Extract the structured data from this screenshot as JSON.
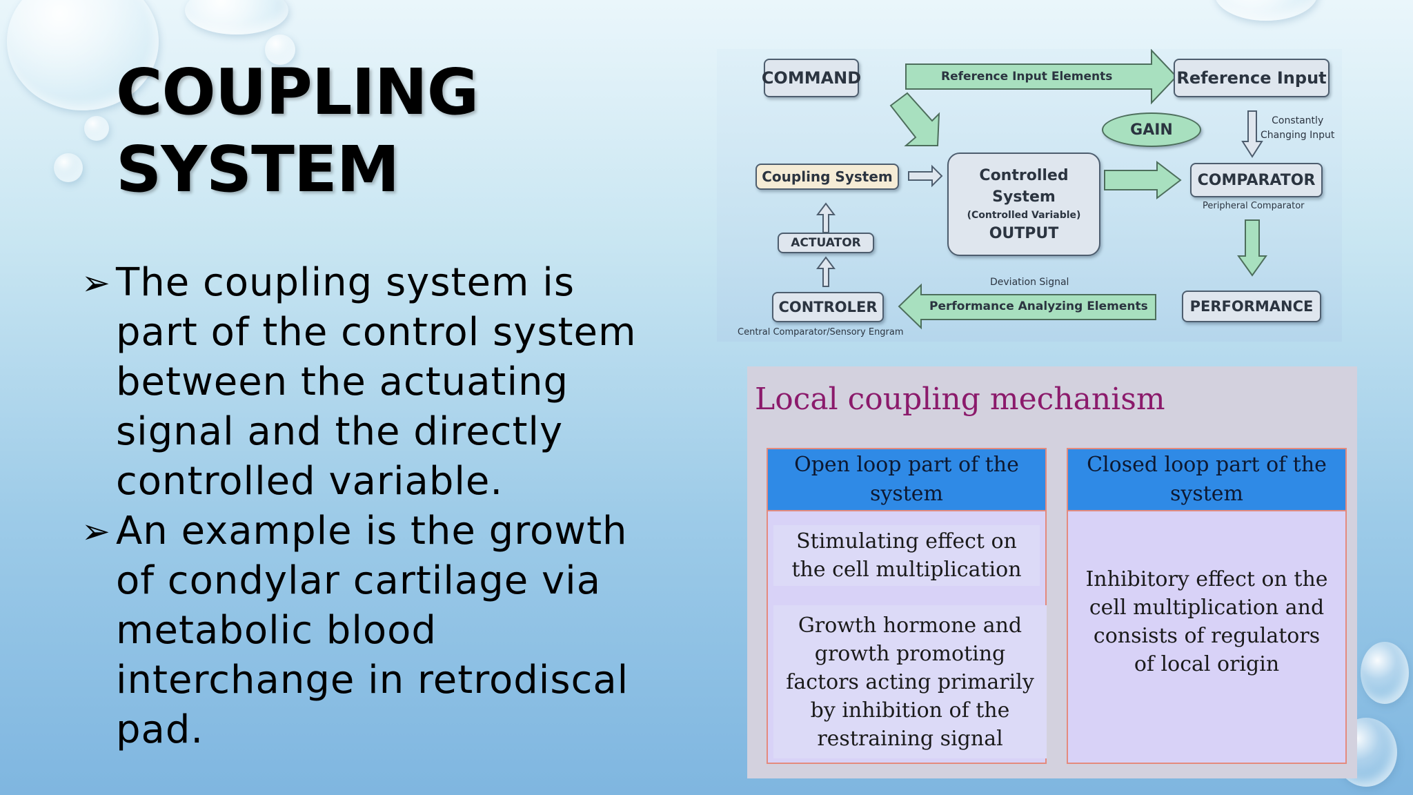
{
  "slide": {
    "title_line1": "COUPLING",
    "title_line2": "SYSTEM",
    "bullet_marker": "➢",
    "bullets": [
      "The coupling system is part of the control system between the actuating signal and the directly controlled variable.",
      "An example is the growth of condylar cartilage via metabolic blood interchange in retrodiscal pad."
    ]
  },
  "diagram": {
    "command": "COMMAND",
    "reference_input_elements": "Reference Input Elements",
    "reference_input": "Reference Input",
    "gain": "GAIN",
    "constantly_changing_input_1": "Constantly",
    "constantly_changing_input_2": "Changing Input",
    "coupling_system": "Coupling System",
    "controlled_1": "Controlled",
    "controlled_2": "System",
    "controlled_3": "(Controlled Variable)",
    "controlled_4": "OUTPUT",
    "comparator": "COMPARATOR",
    "peripheral_comparator": "Peripheral Comparator",
    "actuator": "ACTUATOR",
    "deviation_signal": "Deviation Signal",
    "controler": "CONTROLER",
    "performance_analyzing_elements": "Performance Analyzing Elements",
    "performance": "PERFORMANCE",
    "central_comparator": "Central Comparator/Sensory Engram"
  },
  "coupling_table": {
    "heading": "Local coupling mechanism",
    "open_loop_header": "Open loop part of the system",
    "closed_loop_header": "Closed loop part of the system",
    "open_cell_1": "Stimulating effect on the cell multiplication",
    "open_cell_2": "Growth hormone and growth promoting factors acting primarily by inhibition of the restraining signal",
    "closed_cell_1": "Inhibitory effect on the cell multiplication and consists of regulators of local origin"
  }
}
